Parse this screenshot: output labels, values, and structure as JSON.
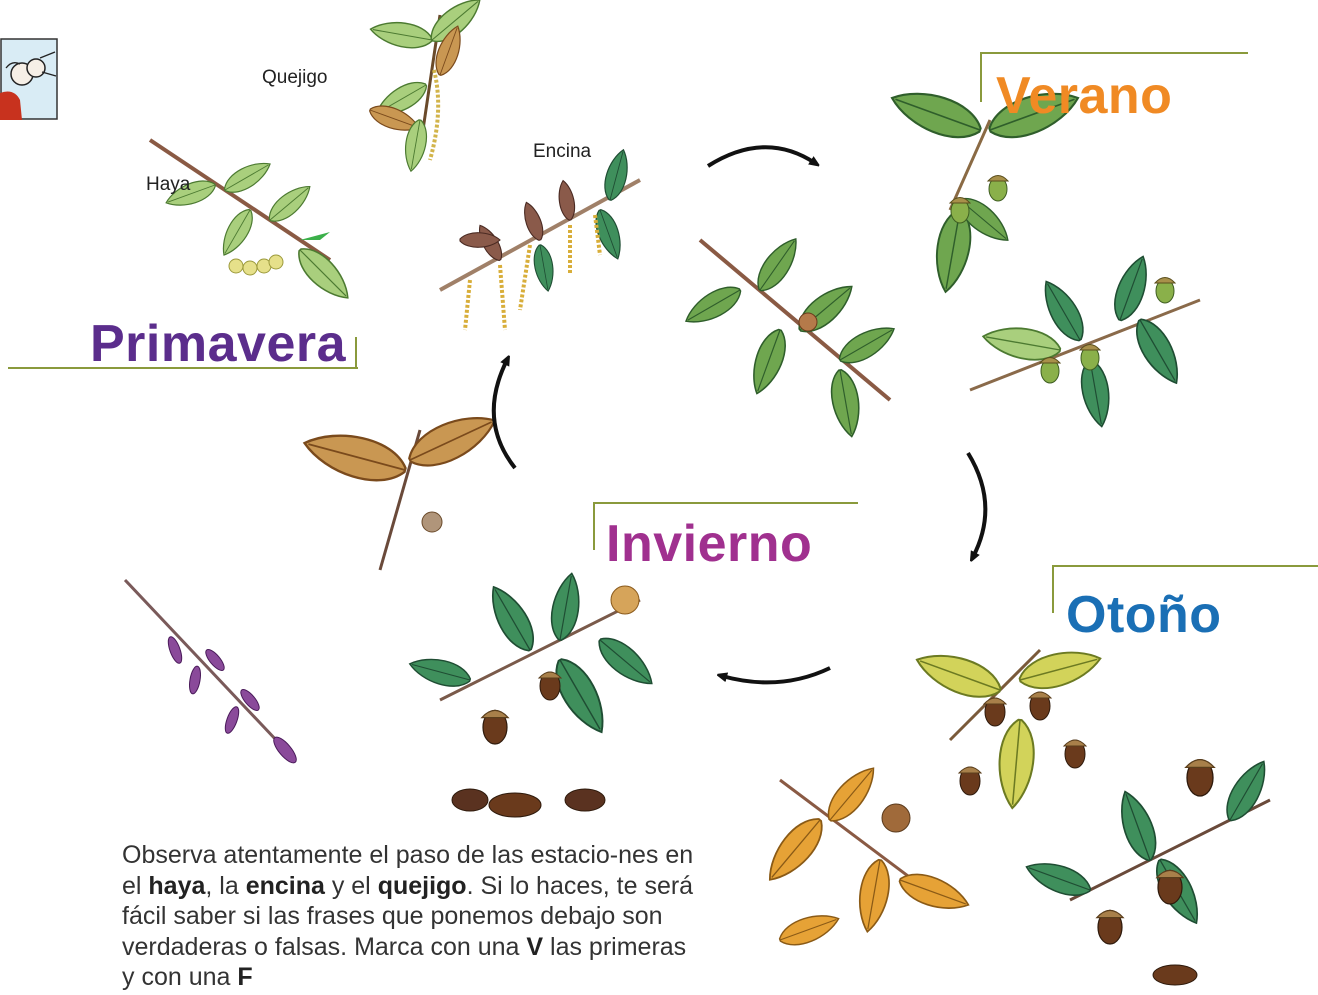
{
  "seasons": {
    "primavera": {
      "label": "Primavera",
      "color": "#5b2d8c"
    },
    "verano": {
      "label": "Verano",
      "color": "#f08a24"
    },
    "otono": {
      "label": "Otoño",
      "color": "#1a6fb5"
    },
    "invierno": {
      "label": "Invierno",
      "color": "#a0308f"
    }
  },
  "plant_labels": {
    "quejigo": "Quejigo",
    "haya": "Haya",
    "encina": "Encina"
  },
  "paragraph": {
    "t1": "Observa atentamente el paso de las estacio-nes en el ",
    "b1": "haya",
    "t2": ", la ",
    "b2": "encina",
    "t3": " y el ",
    "b3": "quejigo",
    "t4": ". Si lo haces, te será fácil saber si las frases que ponemos debajo son verdaderas o falsas. Marca con una ",
    "b4": "V",
    "t5": " las primeras y con una ",
    "b5": "F"
  },
  "icons": [
    "character-icon",
    "arrow-icon"
  ]
}
